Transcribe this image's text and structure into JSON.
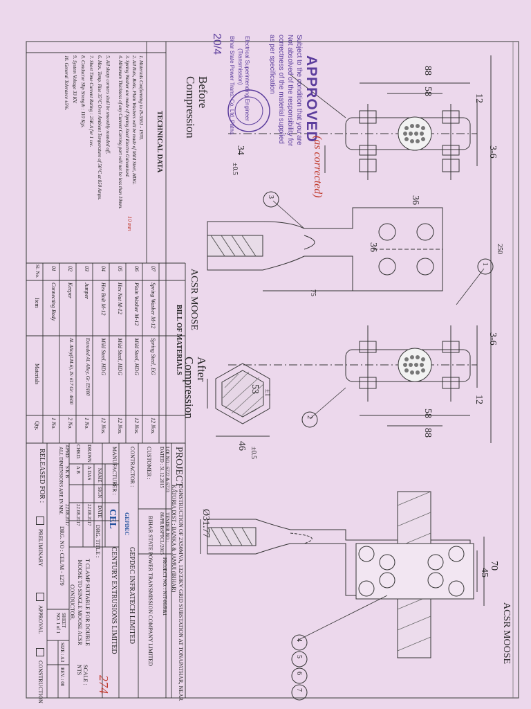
{
  "stamp": {
    "approved": "APPROVED",
    "as_corrected": "(as corrected)",
    "lines": [
      "Subject to the condition that you are",
      "Not absolved of the responsibility for",
      "correctness of the material supplied",
      "as per specification"
    ],
    "sign_block": [
      "Electrical Superintending Engineer",
      "(Transmission)",
      "Bihar State Power Trans. Co. Ltd. Patna"
    ],
    "initials": "20/4"
  },
  "views": {
    "before_compression": "Before\nCompression",
    "after_compression": "After\nCompression",
    "acsr_moose_left": "ACSR MOOSE",
    "acsr_moose_right": "ACSR MOOSE"
  },
  "dims": {
    "d88a": "88",
    "d58a": "58",
    "d12a": "12",
    "d36a": "3-6",
    "d34": "34",
    "tol05a": "±0.5",
    "d36b": "36",
    "d36c": "36",
    "d250": "250",
    "d75": "75",
    "d36d": "3-6",
    "d12b": "12",
    "d58b": "58",
    "d88b": "88",
    "d53": "53",
    "tol1": "±1",
    "d46": "46",
    "tol05b": "±0.5",
    "d3177": "Ø31.77",
    "d70": "70",
    "d45": "45"
  },
  "balloons": [
    "1",
    "2",
    "3",
    "4",
    "5",
    "6",
    "7"
  ],
  "technical_data": {
    "title": "TECHNICAL DATA",
    "items": [
      "1. Materials Conforming to IS-5561 - 1970.",
      "2. All Nuts, Bolts, Plain Washers will be made of Mild Steel, HDG.",
      "3. Spring Washer are made of Spring Steel Electro Galvanised.",
      "4. Minimum Thickness of any Current Carring part will not be less than 10mm.",
      "5. All sharp corners shall be smoothly rounded off.",
      "6. Max. Temp. Rise 35°C Over Ambient Temperature of 50°C at 850 Amps.",
      "7. Short Time Current Rating : 25K.A for 1 sec.",
      "8. Conductor Slip Strength : 110 Kgs.",
      "9. System Voltage 33 KV.",
      "10. General Tolerance ±5%."
    ],
    "handnote": "10 mm"
  },
  "bom": {
    "title": "BILL OF MATERIALS",
    "headers": {
      "sl": "Sl. No.",
      "item": "Item",
      "materials": "Materials",
      "qty": "Qty."
    },
    "rows": [
      {
        "sl": "07",
        "item": "Spring Washer M-12",
        "material": "Spring Steel, EG",
        "qty": "12 Nos."
      },
      {
        "sl": "06",
        "item": "Plain Washer M-12",
        "material": "Mild Steel, HDG",
        "qty": "12 Nos."
      },
      {
        "sl": "05",
        "item": "Hex Nut M-12",
        "material": "Mild Steel, HDG",
        "qty": "12 Nos."
      },
      {
        "sl": "04",
        "item": "Hex Bolt M-12",
        "material": "Mild Steel, HDG",
        "qty": "12 Nos."
      },
      {
        "sl": "03",
        "item": "Jumper",
        "material": "Extruded Al. Alloy, Gr. E9100",
        "qty": "1 No."
      },
      {
        "sl": "02",
        "item": "Keeper",
        "material": "Al. Alloy(LM-6), IS: 617 Gr: 4600",
        "qty": "2 No."
      },
      {
        "sl": "01",
        "item": "Connecting Body",
        "material": "",
        "qty": "1 No."
      }
    ]
  },
  "title_block": {
    "project_label": "PROJECT :",
    "project_text": "CONSTRUCTION OF 2X50MVA, 132/33KV GRID SUBSTATION AT TONAPATHAR, NEAR KATORIA DIST : BANKA & JAMUI (BIHAR)",
    "loi": "LOI NO : 6722 & 6723",
    "loi_date": "DATED : 31.12.2015",
    "tender_no_label": "TENDER NO :",
    "tender_no": "86/PR/BSPTCL/2015",
    "project_no": "PROJECT NO. : NIT-86/R&1",
    "customer_label": "CUSTOMER :",
    "customer": "BIHAR STATE POWER TRANSMISSION COMPANY LIMITED",
    "contractor_label": "CONTRACTOR :",
    "contractor": "GEPDEC INFRATECH LIMITED",
    "manufacturer_label": "MANUFACTURER :",
    "manufacturer": "CENTURY EXTRUSIONS LIMITED",
    "sign_table": {
      "headers": [
        "",
        "NAME",
        "SIGN",
        "DATE"
      ],
      "rows": [
        [
          "DRAWN",
          "A DAS",
          "",
          "22.08.2017"
        ],
        [
          "CHKD.",
          "A B",
          "",
          "22.08.2017"
        ],
        [
          "APRD.",
          "S K B",
          "",
          "22.08.2017"
        ]
      ]
    },
    "dims_note": "ALL DIMENSIONS ARE IN MM.",
    "drg_title_label": "DRG. TITLE :",
    "drg_title": "T CLAMP SUITABLE FOR DOUBLE MOOSE TO SINGLE MOOSE ACSR CONDUCTOR.",
    "drg_no": "DRG. NO : CEL/M - 1279",
    "sheet": "SHEET NO. 1 of 1",
    "size": "SIZE : A3",
    "rev": "REV. : 00",
    "scale": "SCALE : NTS",
    "released_label": "RELEASED FOR :",
    "released_opts": [
      "PRELIMINARY",
      "APPROVAL",
      "CONSTRUCTION"
    ],
    "logo_cel": "CEL",
    "logo_gepdec": "GEPDEC"
  },
  "page_no": "274"
}
